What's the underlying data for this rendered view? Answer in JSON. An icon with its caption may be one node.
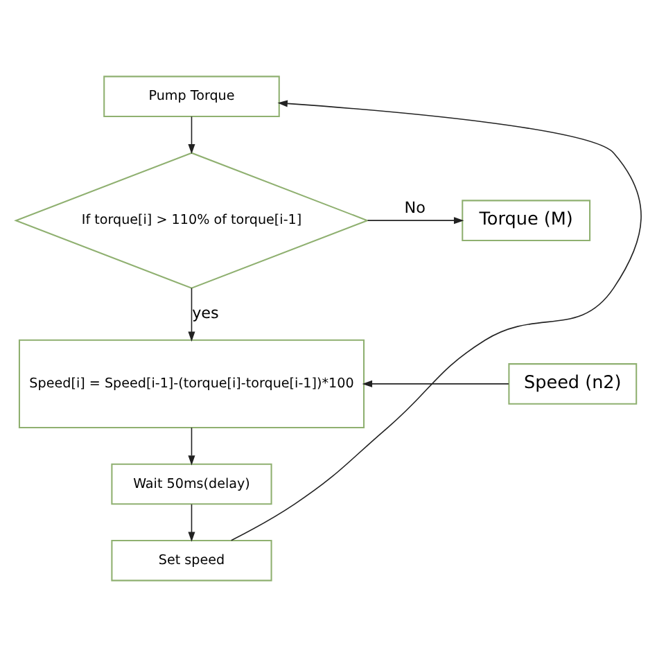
{
  "diagram": {
    "nodes": [
      {
        "text": [
          "Pump Torque"
        ]
      },
      {
        "text": [
          "If torque[i] > 110% of torque[i-1]"
        ]
      },
      {
        "text": [
          "Torque (M)"
        ]
      },
      {
        "text": [
          "Speed[i] = Speed[i-1]-(torque[i]-torque[i-1])*100"
        ]
      },
      {
        "text": [
          "Speed (n2)"
        ]
      },
      {
        "text": [
          "Wait 50ms(delay)"
        ]
      },
      {
        "text": [
          "Set speed"
        ]
      }
    ],
    "edges": [
      {
        "from": 0,
        "to": 1,
        "arrow": "to"
      },
      {
        "from": 1,
        "to": 2,
        "arrow": "to",
        "label": "No"
      },
      {
        "from": 1,
        "to": 3,
        "arrow": "to",
        "label": "yes"
      },
      {
        "from": 4,
        "to": 3,
        "arrow": "to"
      },
      {
        "from": 3,
        "to": 5,
        "arrow": "to"
      },
      {
        "from": 5,
        "to": 6,
        "arrow": "to"
      },
      {
        "from": 6,
        "to": 0,
        "arrow": "to"
      }
    ]
  }
}
